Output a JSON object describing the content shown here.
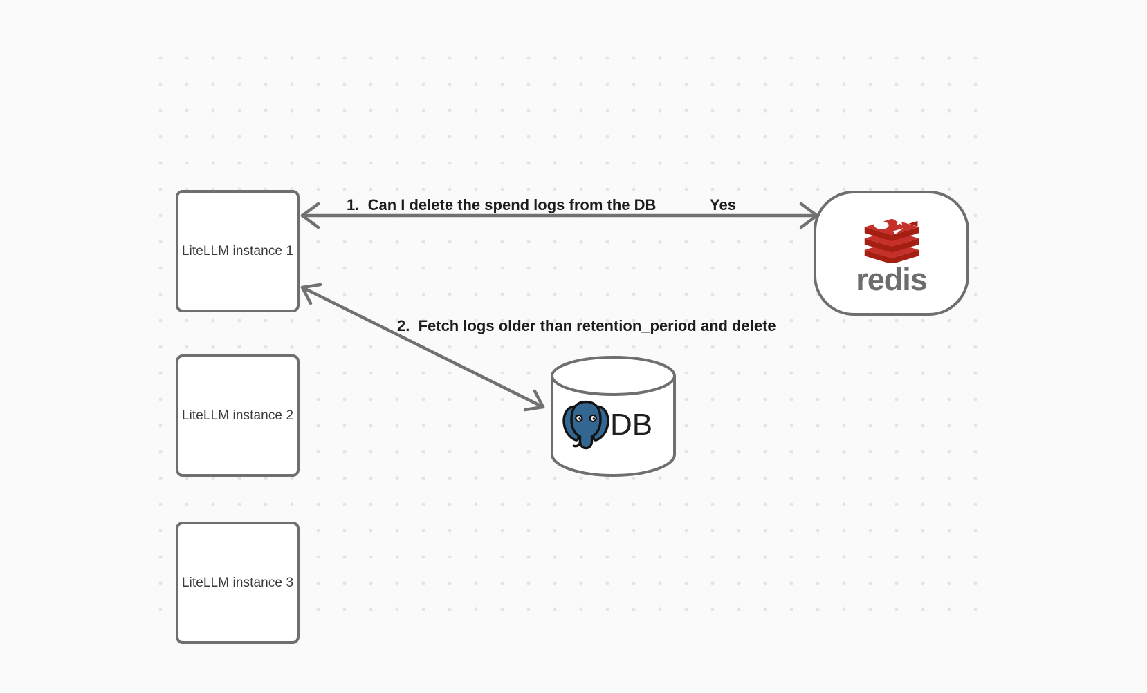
{
  "diagram": {
    "instances": [
      {
        "label": "LiteLLM instance 1"
      },
      {
        "label": "LiteLLM instance 2"
      },
      {
        "label": "LiteLLM instance 3"
      }
    ],
    "redis": {
      "wordmark": "redis",
      "icon": "redis-logo-icon"
    },
    "db": {
      "label": "DB",
      "icon": "postgresql-elephant-icon"
    },
    "edges": [
      {
        "label": "1.  Can I delete the spend logs from the DB",
        "reply": "Yes"
      },
      {
        "label": "2.  Fetch logs older than retention_period and delete"
      }
    ],
    "colors": {
      "background": "#fafafa",
      "grid_dot": "#e4e4e4",
      "node_stroke": "#6f6f6f",
      "node_fill": "#ffffff",
      "node_text": "#3a3a3a",
      "edge_stroke": "#717171",
      "edge_label_text": "#1c1c1c",
      "redis_red": "#c6302b",
      "redis_dark_red": "#a41e11",
      "redis_wordmark_gray": "#6d6d6d",
      "postgres_blue": "#336791",
      "db_text": "#1f1f1f"
    }
  }
}
